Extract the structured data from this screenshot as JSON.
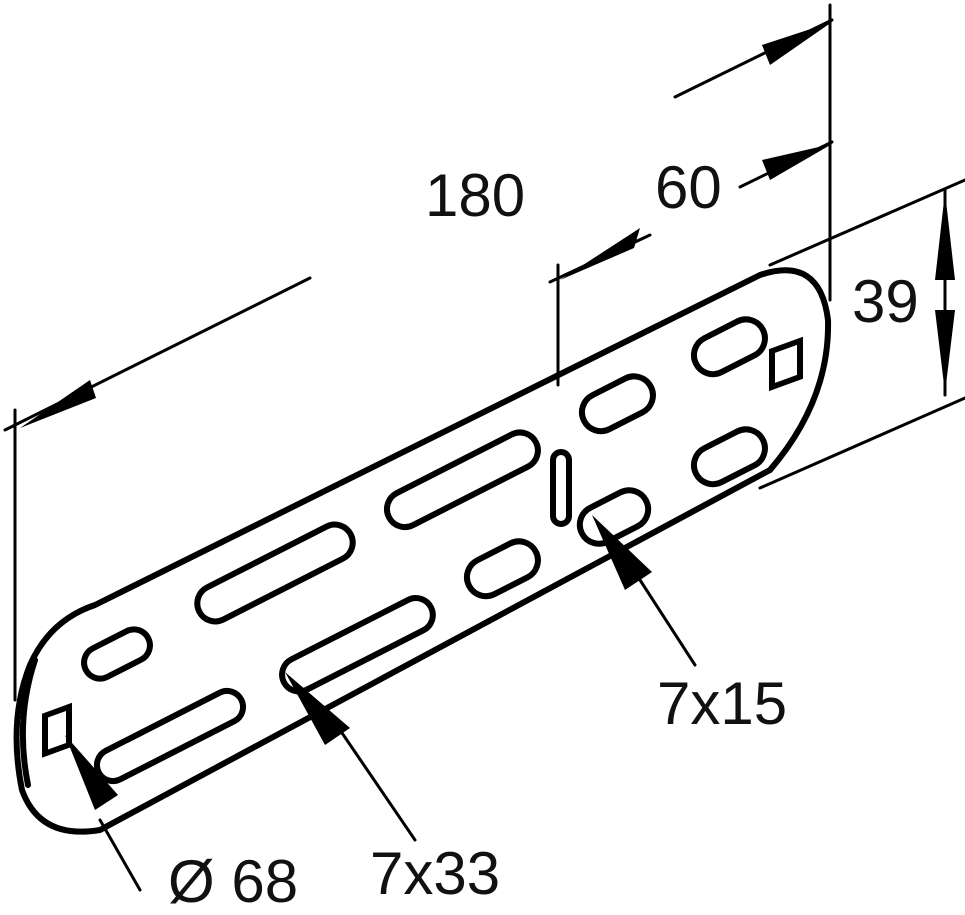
{
  "drawing": {
    "subject": "perforated straight connector plate",
    "line_color": "#000000",
    "background": "#ffffff"
  },
  "dimensions": {
    "overall_length": "180",
    "end_spacing": "60",
    "height": "39"
  },
  "callouts": {
    "round_hole": "Ø 68",
    "long_slot": "7x33",
    "short_slot": "7x15"
  }
}
